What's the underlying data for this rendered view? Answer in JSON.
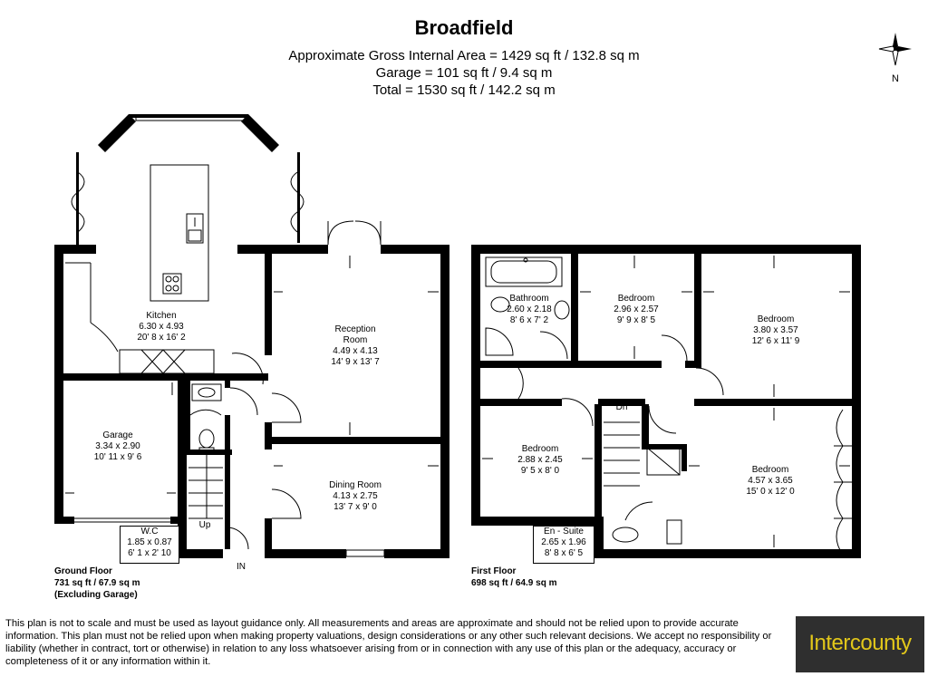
{
  "header": {
    "title": "Broadfield",
    "area_gross": "Approximate Gross Internal Area = 1429 sq ft / 132.8 sq m",
    "area_garage": "Garage = 101 sq ft / 9.4 sq m",
    "area_total": "Total = 1530 sq ft / 142.2 sq m",
    "compass_label": "N"
  },
  "ground_floor": {
    "title": "Ground Floor",
    "area": "731 sq ft / 67.9 sq m",
    "note": "(Excluding Garage)",
    "rooms": {
      "kitchen": {
        "name": "Kitchen",
        "metric": "6.30 x 4.93",
        "imperial": "20' 8 x 16' 2"
      },
      "reception": {
        "name1": "Reception",
        "name2": "Room",
        "metric": "4.49 x 4.13",
        "imperial": "14' 9 x 13' 7"
      },
      "garage": {
        "name": "Garage",
        "metric": "3.34 x 2.90",
        "imperial": "10' 11 x 9' 6"
      },
      "dining": {
        "name": "Dining Room",
        "metric": "4.13 x 2.75",
        "imperial": "13' 7 x 9' 0"
      },
      "wc": {
        "name": "W.C",
        "metric": "1.85 x 0.87",
        "imperial": "6' 1 x 2' 10"
      }
    },
    "stairs_label": "Up",
    "entrance_label": "IN"
  },
  "first_floor": {
    "title": "First Floor",
    "area": "698 sq ft / 64.9 sq m",
    "rooms": {
      "bathroom": {
        "name": "Bathroom",
        "metric": "2.60 x 2.18",
        "imperial": "8' 6 x 7' 2"
      },
      "bedroom_2": {
        "name": "Bedroom",
        "metric": "2.96 x 2.57",
        "imperial": "9' 9 x 8' 5"
      },
      "bedroom_1": {
        "name": "Bedroom",
        "metric": "3.80 x 3.57",
        "imperial": "12' 6 x 11' 9"
      },
      "bedroom_3": {
        "name": "Bedroom",
        "metric": "2.88 x 2.45",
        "imperial": "9' 5 x 8' 0"
      },
      "bedroom_4": {
        "name": "Bedroom",
        "metric": "4.57 x 3.65",
        "imperial": "15' 0 x 12' 0"
      },
      "ensuite": {
        "name": "En - Suite",
        "metric": "2.65 x 1.96",
        "imperial": "8' 8 x 6' 5"
      }
    },
    "stairs_label": "Dn"
  },
  "footer": {
    "disclaimer": "This plan is not to scale and must be used as layout guidance only. All measurements and areas are approximate and should not be relied upon to provide accurate information. This plan must not be relied upon when making property valuations, design considerations or any other such relevant decisions. We accept no responsibility or liability (whether in contract, tort or otherwise) in relation to any loss whatsoever arising from or in connection with any use of this plan or the adequacy, accuracy or completeness of it or any information within it.",
    "brand": "Intercounty",
    "brand_color": "#e2c71a",
    "brand_bg": "#2f2f2f"
  }
}
